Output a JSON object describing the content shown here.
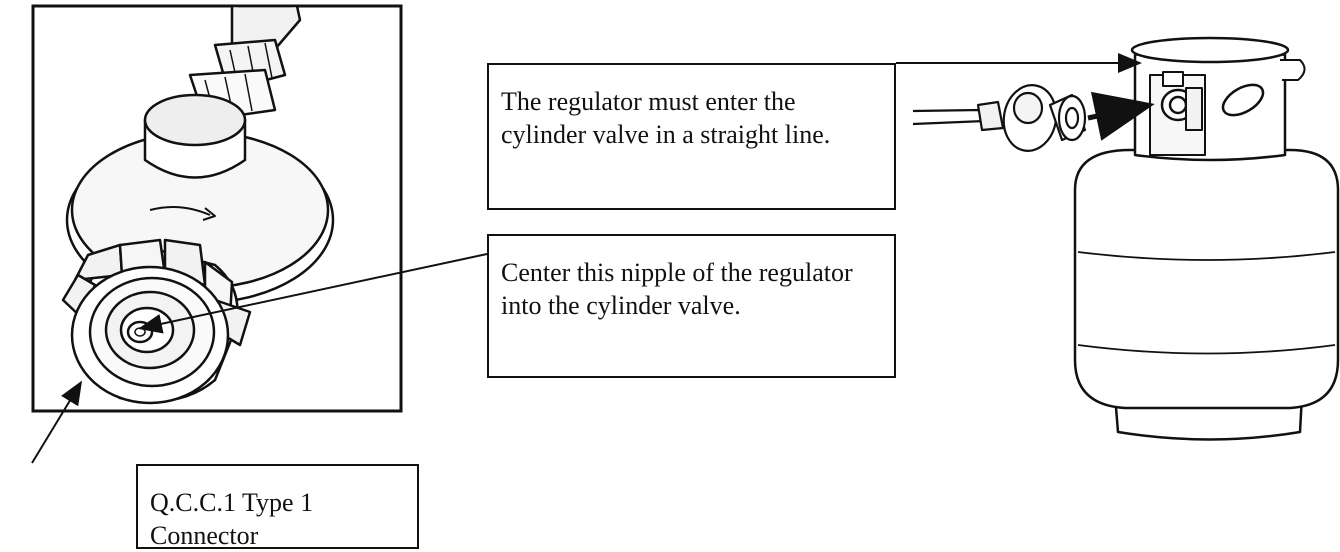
{
  "callouts": {
    "regulator_entry": "The regulator must enter the cylinder valve in a straight line.",
    "center_nipple": "Center this nipple of the regulator into the cylinder valve.",
    "connector_type": "Q.C.C.1 Type 1 Connector"
  },
  "colors": {
    "line": "#111111",
    "background": "#ffffff"
  }
}
